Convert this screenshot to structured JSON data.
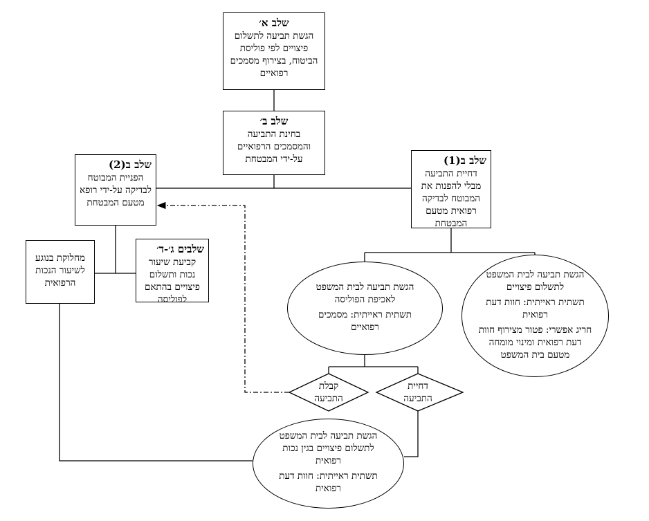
{
  "stage_a": {
    "title": "שלב א׳",
    "text": "הגשת תביעה לתשלום פיצויים לפי פוליסת הביטוח, בצירוף מסמכים רפואיים"
  },
  "stage_b": {
    "title": "שלב ב׳",
    "text": "בחינת התביעה והמסמכים הרפואיים על-ידי המבטחת"
  },
  "stage_b1": {
    "title": "שלב ב(1)",
    "text": "דחיית התביעה מבלי להפנות את המבוטח לבדיקה רפואית מטעם המבטחת"
  },
  "stage_b2": {
    "title": "שלב ב(2)",
    "text": "הפניית המבוטח לבדיקה על-ידי רופא מטעם המבטחת"
  },
  "stage_cd": {
    "title": "שלבים ג׳-ד׳",
    "text": "קביעת שיעור נכות ותשלום פיצויים בהתאם לפוליסה"
  },
  "dispute": {
    "text": "מחלוקת בנוגע לשיעור הנכות הרפואית"
  },
  "ellipse_compensation": {
    "line1": "הגשת תביעה לבית המשפט לתשלום פיצויים",
    "line2": "תשתית ראייתית: חוות דעת רפואית",
    "line3": "חריג אפשרי: פטור מצירוף חוות דעת רפואית ומינוי מומחה מטעם בית המשפט"
  },
  "ellipse_enforcement": {
    "line1": "הגשת תביעה לבית המשפט לאכיפת הפוליסה",
    "line2": "תשתית ראייתית: מסמכים רפואיים"
  },
  "diamond_accept": {
    "text": "קבלת התביעה"
  },
  "diamond_reject": {
    "text": "דחיית התביעה"
  },
  "ellipse_disability": {
    "line1": "הגשת תביעה לבית המשפט לתשלום פיצויים בגין נכות רפואית",
    "line2": "תשתית ראייתית: חוות דעת רפואית"
  }
}
